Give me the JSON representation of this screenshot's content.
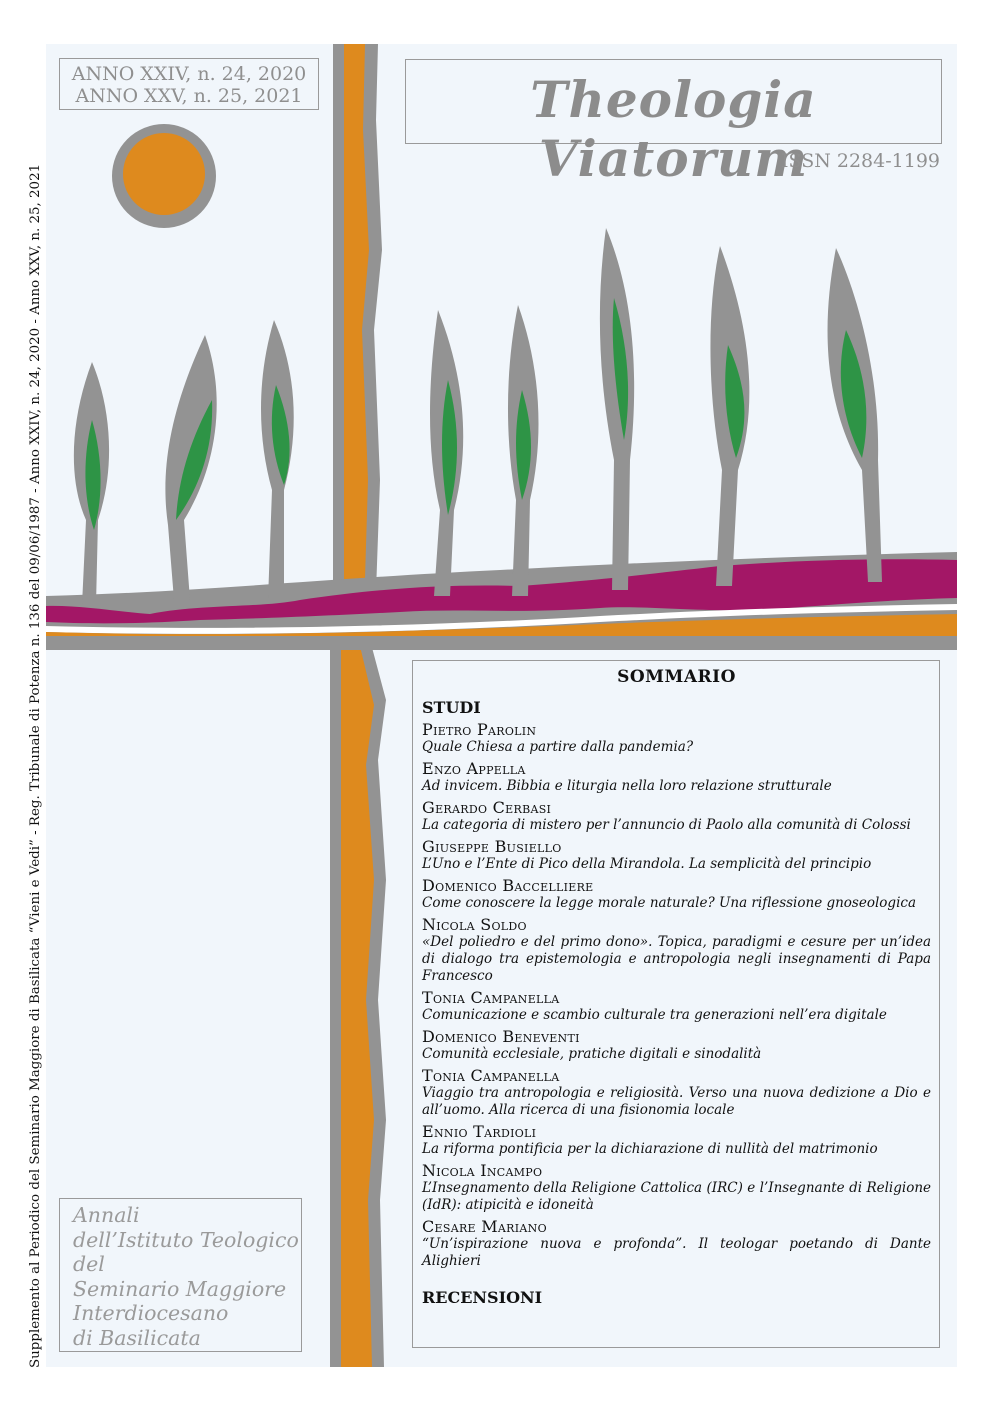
{
  "issue": {
    "line1": "ANNO XXIV, n. 24, 2020",
    "line2": "ANNO XXV, n. 25, 2021"
  },
  "journal_title": "Theologia Viatorum",
  "issn": "ISSN 2284-1199",
  "side_text": "Supplemento al Periodico del Seminario Maggiore di Basilicata “Vieni e Vedi” - Reg. Tribunale di Potenza n. 136 del 09/06/1987 - Anno XXIV, n. 24, 2020 - Anno XXV, n. 25, 2021",
  "annali": [
    "Annali",
    "dell’Istituto Teologico",
    "del",
    "Seminario Maggiore",
    "Interdiocesano",
    "di Basilicata"
  ],
  "colors": {
    "background": "#f1f6fb",
    "gray_outline": "#939393",
    "orange": "#de8a1e",
    "green": "#2e9446",
    "magenta": "#a31766"
  },
  "sommario": {
    "title": "SOMMARIO",
    "studi_label": "STUDI",
    "recensioni_label": "RECENSIONI",
    "entries": [
      {
        "author": "Pietro Parolin",
        "title": "Quale Chiesa a partire dalla pandemia?"
      },
      {
        "author": "Enzo Appella",
        "title": "Ad invicem. Bibbia e liturgia nella loro relazione strutturale"
      },
      {
        "author": "Gerardo Cerbasi",
        "title": "La categoria di mistero per l’annuncio di Paolo alla comunità di Colossi"
      },
      {
        "author": "Giuseppe Busiello",
        "title": "L’Uno e l’Ente di Pico della Mirandola. La semplicità del principio"
      },
      {
        "author": "Domenico Baccelliere",
        "title": "Come conoscere la legge morale naturale? Una riflessione gnoseologica"
      },
      {
        "author": "Nicola Soldo",
        "title": "«Del poliedro e del primo dono». Topica, paradigmi e cesure per un’idea di dialogo tra epistemologia e antropologia negli insegnamenti di Papa Francesco"
      },
      {
        "author": "Tonia Campanella",
        "title": "Comunicazione e scambio culturale tra generazioni nell’era digitale"
      },
      {
        "author": "Domenico Beneventi",
        "title": "Comunità ecclesiale, pratiche digitali e sinodalità"
      },
      {
        "author": "Tonia Campanella",
        "title": "Viaggio tra antropologia e religiosità. Verso una nuova dedizione a Dio e all’uomo. Alla ricerca di una fisionomia locale"
      },
      {
        "author": "Ennio Tardioli",
        "title": "La riforma pontificia per la dichiarazione di nullità del matrimonio"
      },
      {
        "author": "Nicola Incampo",
        "title": "L’Insegnamento della Religione Cattolica (IRC) e l’Insegnante di Religione (IdR): atipicità e idoneità"
      },
      {
        "author": "Cesare Mariano",
        "title": "“Un’ispirazione nuova e profonda”. Il teologar poetando di Dante Alighieri"
      }
    ]
  }
}
